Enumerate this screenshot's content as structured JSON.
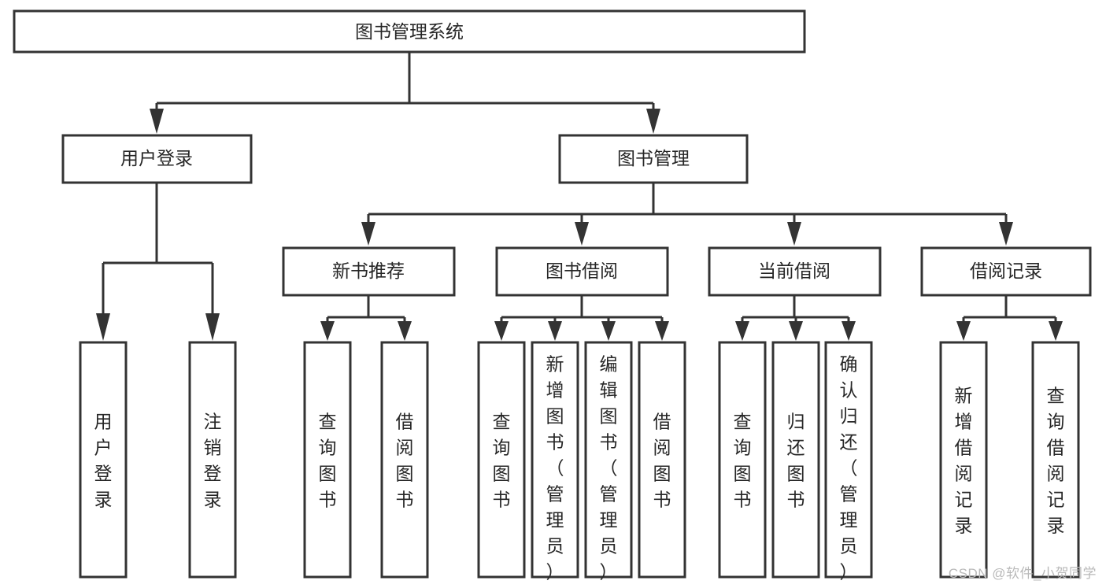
{
  "diagram": {
    "type": "tree-flowchart",
    "title": "图书管理系统",
    "orientation": "top-down",
    "root": {
      "id": "root",
      "label": "图书管理系统",
      "orientation": "horizontal"
    },
    "level2": [
      {
        "id": "user-login",
        "label": "用户登录",
        "orientation": "horizontal"
      },
      {
        "id": "book-manage",
        "label": "图书管理",
        "orientation": "horizontal"
      }
    ],
    "level3": [
      {
        "id": "new-book-recommend",
        "label": "新书推荐",
        "parent": "book-manage",
        "orientation": "horizontal"
      },
      {
        "id": "book-borrow",
        "label": "图书借阅",
        "parent": "book-manage",
        "orientation": "horizontal"
      },
      {
        "id": "current-borrow",
        "label": "当前借阅",
        "parent": "book-manage",
        "orientation": "horizontal"
      },
      {
        "id": "borrow-record",
        "label": "借阅记录",
        "parent": "book-manage",
        "orientation": "horizontal"
      }
    ],
    "leaves": [
      {
        "id": "leaf-user-login",
        "label": "用户登录",
        "parent": "user-login",
        "orientation": "vertical"
      },
      {
        "id": "leaf-logout-login",
        "label": "注销登录",
        "parent": "user-login",
        "orientation": "vertical"
      },
      {
        "id": "leaf-query-book-1",
        "label": "查询图书",
        "parent": "new-book-recommend",
        "orientation": "vertical"
      },
      {
        "id": "leaf-borrow-book-1",
        "label": "借阅图书",
        "parent": "new-book-recommend",
        "orientation": "vertical"
      },
      {
        "id": "leaf-query-book-2",
        "label": "查询图书",
        "parent": "book-borrow",
        "orientation": "vertical"
      },
      {
        "id": "leaf-add-book",
        "label": "新增图书（管理员）",
        "parent": "book-borrow",
        "orientation": "vertical"
      },
      {
        "id": "leaf-edit-book",
        "label": "编辑图书（管理员）",
        "parent": "book-borrow",
        "orientation": "vertical"
      },
      {
        "id": "leaf-borrow-book-2",
        "label": "借阅图书",
        "parent": "book-borrow",
        "orientation": "vertical"
      },
      {
        "id": "leaf-query-book-3",
        "label": "查询图书",
        "parent": "current-borrow",
        "orientation": "vertical"
      },
      {
        "id": "leaf-return-book",
        "label": "归还图书",
        "parent": "current-borrow",
        "orientation": "vertical"
      },
      {
        "id": "leaf-confirm-return",
        "label": "确认归还（管理员）",
        "parent": "current-borrow",
        "orientation": "vertical"
      },
      {
        "id": "leaf-add-record",
        "label": "新增借阅记录",
        "parent": "borrow-record",
        "orientation": "vertical"
      },
      {
        "id": "leaf-query-record",
        "label": "查询借阅记录",
        "parent": "borrow-record",
        "orientation": "vertical"
      }
    ]
  },
  "colors": {
    "background": "#ffffff",
    "box_fill": "#ffffff",
    "box_stroke": "#333333",
    "text": "#262626",
    "watermark": "#b9b9b9"
  },
  "watermark": {
    "text": "CSDN @软件_小贺同学"
  }
}
